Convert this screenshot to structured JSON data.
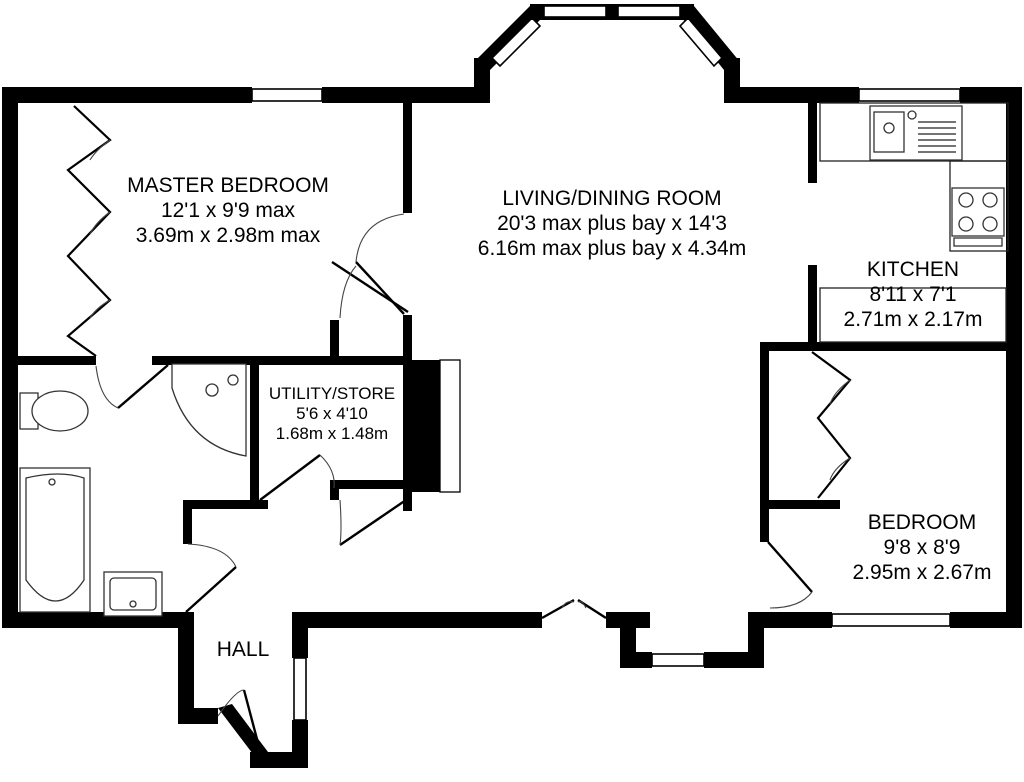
{
  "rooms": {
    "master_bedroom": {
      "name": "MASTER BEDROOM",
      "size_imperial": "12'1 x 9'9 max",
      "size_metric": "3.69m x 2.98m max"
    },
    "living_dining": {
      "name": "LIVING/DINING ROOM",
      "size_imperial": "20'3 max plus bay x 14'3",
      "size_metric": "6.16m max plus bay x 4.34m"
    },
    "kitchen": {
      "name": "KITCHEN",
      "size_imperial": "8'11 x 7'1",
      "size_metric": "2.71m x 2.17m"
    },
    "bedroom": {
      "name": "BEDROOM",
      "size_imperial": "9'8 x 8'9",
      "size_metric": "2.95m x 2.67m"
    },
    "utility": {
      "name": "UTILITY/STORE",
      "size_imperial": "5'6 x 4'10",
      "size_metric": "1.68m x 1.48m"
    },
    "hall": {
      "name": "HALL"
    }
  },
  "colors": {
    "wall": "#000000",
    "background": "#ffffff",
    "fixture_outline": "#333333"
  }
}
